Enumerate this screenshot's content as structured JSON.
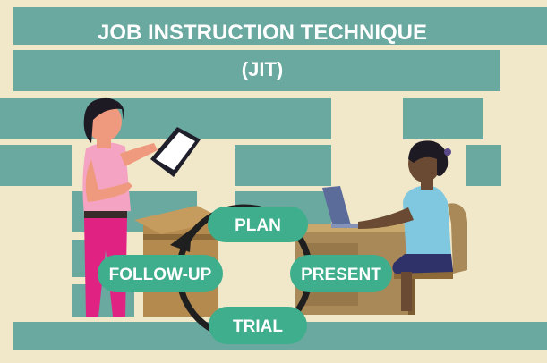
{
  "title": {
    "line1": "JOB INSTRUCTION TECHNIQUE",
    "line2": "(JIT)"
  },
  "cycle": {
    "steps": [
      {
        "label": "PLAN"
      },
      {
        "label": "PRESENT"
      },
      {
        "label": "TRIAL"
      },
      {
        "label": "FOLLOW-UP"
      }
    ]
  },
  "colors": {
    "band": "#6aa9a0",
    "background": "#f1e7c9",
    "pill": "#3fae8c",
    "arrow": "#1f1f1f"
  }
}
